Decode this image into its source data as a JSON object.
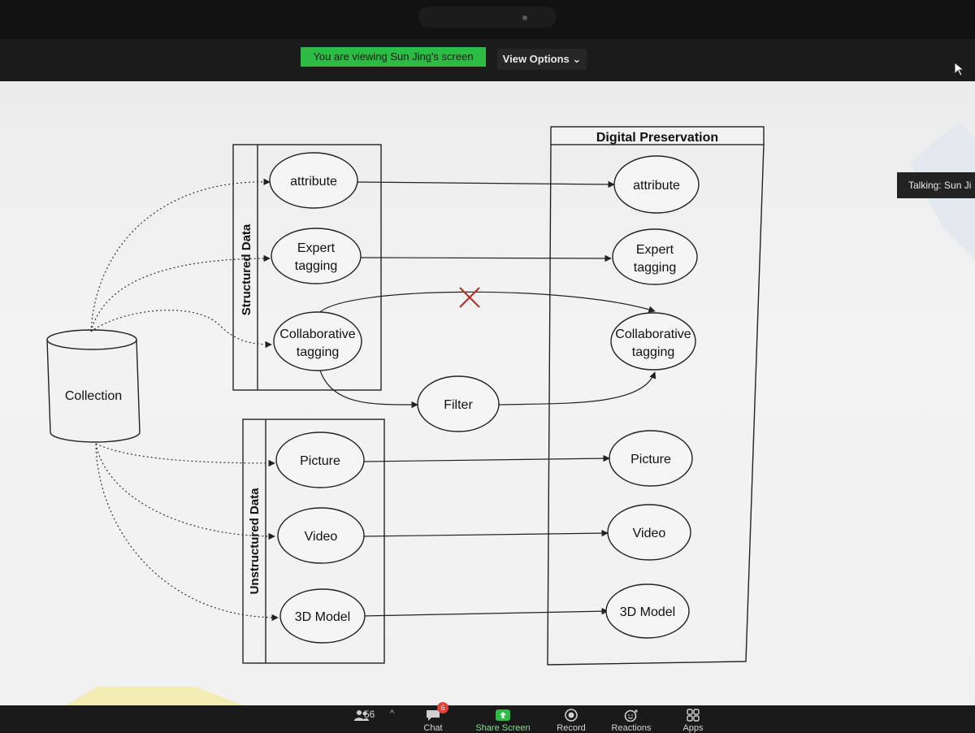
{
  "banner": {
    "text": "You are viewing Sun Jing's screen",
    "view_options": "View Options"
  },
  "talking_indicator": "Talking: Sun Ji",
  "diagram": {
    "collection": "Collection",
    "structured_group": "Structured Data",
    "unstructured_group": "Unstructured Data",
    "preservation_title": "Digital Preservation",
    "filter": "Filter",
    "left_nodes": {
      "attribute": "attribute",
      "expert_1": "Expert",
      "expert_2": "tagging",
      "collab_1": "Collaborative",
      "collab_2": "tagging",
      "picture": "Picture",
      "video": "Video",
      "model": "3D Model"
    },
    "right_nodes": {
      "attribute": "attribute",
      "expert_1": "Expert",
      "expert_2": "tagging",
      "collab_1": "Collaborative",
      "collab_2": "tagging",
      "picture": "Picture",
      "video": "Video",
      "model": "3D Model"
    },
    "reject_mark_color": "#b0332d"
  },
  "toolbar": {
    "participants_count": "56",
    "chat_badge": "6",
    "chat": "Chat",
    "share_screen": "Share Screen",
    "record": "Record",
    "reactions": "Reactions",
    "apps": "Apps"
  },
  "colors": {
    "share_green": "#2dbb45",
    "badge_red": "#e0413a"
  }
}
